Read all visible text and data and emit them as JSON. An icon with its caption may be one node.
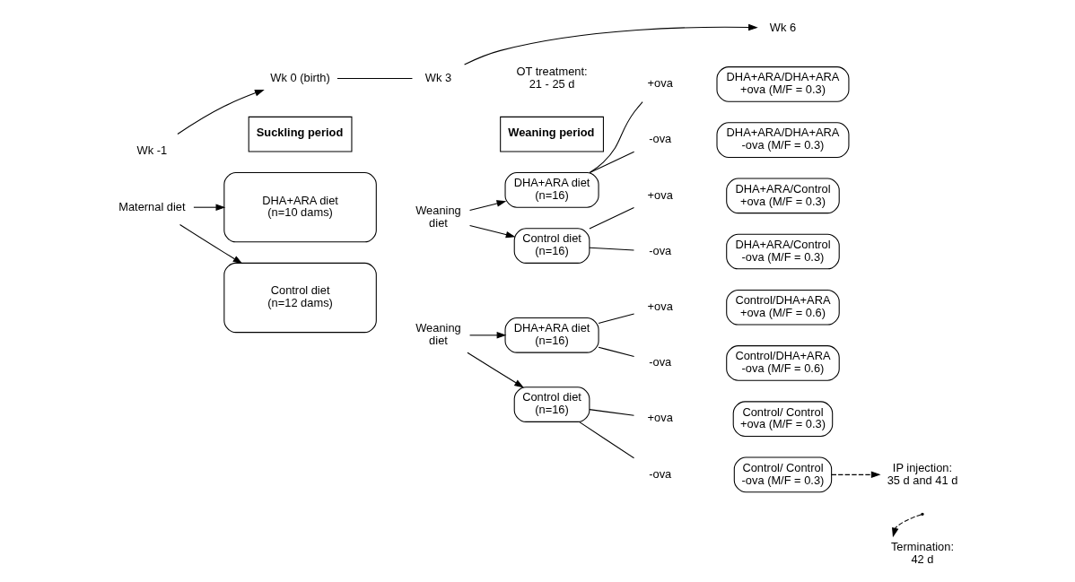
{
  "diagram": {
    "nodes": [
      {
        "text": [
          "Wk -1"
        ]
      },
      {
        "text": [
          "Wk 0 (birth)"
        ]
      },
      {
        "text": [
          "Wk 3"
        ]
      },
      {
        "text": [
          "Wk 6"
        ]
      },
      {
        "text": [
          "Suckling period"
        ]
      },
      {
        "text": [
          "Weaning period"
        ]
      },
      {
        "text": [
          "Maternal diet"
        ]
      },
      {
        "text": [
          "DHA+ARA diet (n=10 dams)"
        ]
      },
      {
        "text": [
          "Control diet (n=12 dams)"
        ]
      },
      {
        "text": [
          "Weaning diet"
        ]
      },
      {
        "text": [
          "Weaning diet"
        ]
      },
      {
        "text": [
          "DHA+ARA diet (n=16)"
        ]
      },
      {
        "text": [
          "Control diet (n=16)"
        ]
      },
      {
        "text": [
          "DHA+ARA diet (n=16)"
        ]
      },
      {
        "text": [
          "Control diet (n=16)"
        ]
      },
      {
        "text": [
          "+ova"
        ]
      },
      {
        "text": [
          "-ova"
        ]
      },
      {
        "text": [
          "+ova"
        ]
      },
      {
        "text": [
          "-ova"
        ]
      },
      {
        "text": [
          "+ova"
        ]
      },
      {
        "text": [
          "-ova"
        ]
      },
      {
        "text": [
          "+ova"
        ]
      },
      {
        "text": [
          "-ova"
        ]
      },
      {
        "text": [
          "DHA+ARA/DHA+ARA +ova (M/F = 0.3)"
        ]
      },
      {
        "text": [
          "DHA+ARA/DHA+ARA -ova (M/F = 0.3)"
        ]
      },
      {
        "text": [
          "DHA+ARA/Control +ova (M/F = 0.3)"
        ]
      },
      {
        "text": [
          "DHA+ARA/Control -ova (M/F = 0.3)"
        ]
      },
      {
        "text": [
          "Control/DHA+ARA +ova (M/F = 0.6)"
        ]
      },
      {
        "text": [
          "Control/DHA+ARA -ova (M/F = 0.6)"
        ]
      },
      {
        "text": [
          "Control/ Control +ova (M/F = 0.3)"
        ]
      },
      {
        "text": [
          "Control/ Control -ova (M/F = 0.3)"
        ]
      },
      {
        "text": [
          "IP injection: 35 d and 41 d"
        ]
      },
      {
        "text": [
          "Termination: 42 d"
        ]
      }
    ],
    "edges": [
      {
        "from": 0,
        "to": 1,
        "arrow": "to"
      },
      {
        "from": 1,
        "to": 2,
        "arrow": "none"
      },
      {
        "from": 2,
        "to": 3,
        "arrow": "to"
      },
      {
        "from": 6,
        "to": 7,
        "arrow": "to"
      },
      {
        "from": 6,
        "to": 8,
        "arrow": "to"
      },
      {
        "from": 9,
        "to": 11,
        "arrow": "to"
      },
      {
        "from": 9,
        "to": 12,
        "arrow": "to"
      },
      {
        "from": 10,
        "to": 13,
        "arrow": "to"
      },
      {
        "from": 10,
        "to": 14,
        "arrow": "to"
      },
      {
        "from": 11,
        "to": 15,
        "arrow": "none"
      },
      {
        "from": 11,
        "to": 16,
        "arrow": "none"
      },
      {
        "from": 12,
        "to": 17,
        "arrow": "none"
      },
      {
        "from": 12,
        "to": 18,
        "arrow": "none"
      },
      {
        "from": 13,
        "to": 19,
        "arrow": "none"
      },
      {
        "from": 13,
        "to": 20,
        "arrow": "none"
      },
      {
        "from": 14,
        "to": 21,
        "arrow": "none"
      },
      {
        "from": 14,
        "to": 22,
        "arrow": "none"
      },
      {
        "from": 30,
        "to": 31,
        "arrow": "to",
        "style": "dashed"
      },
      {
        "from": null,
        "to": 32,
        "arrow": "to",
        "style": "dashed"
      }
    ],
    "labels": [
      "OT treatment: 21 - 25 d"
    ]
  }
}
